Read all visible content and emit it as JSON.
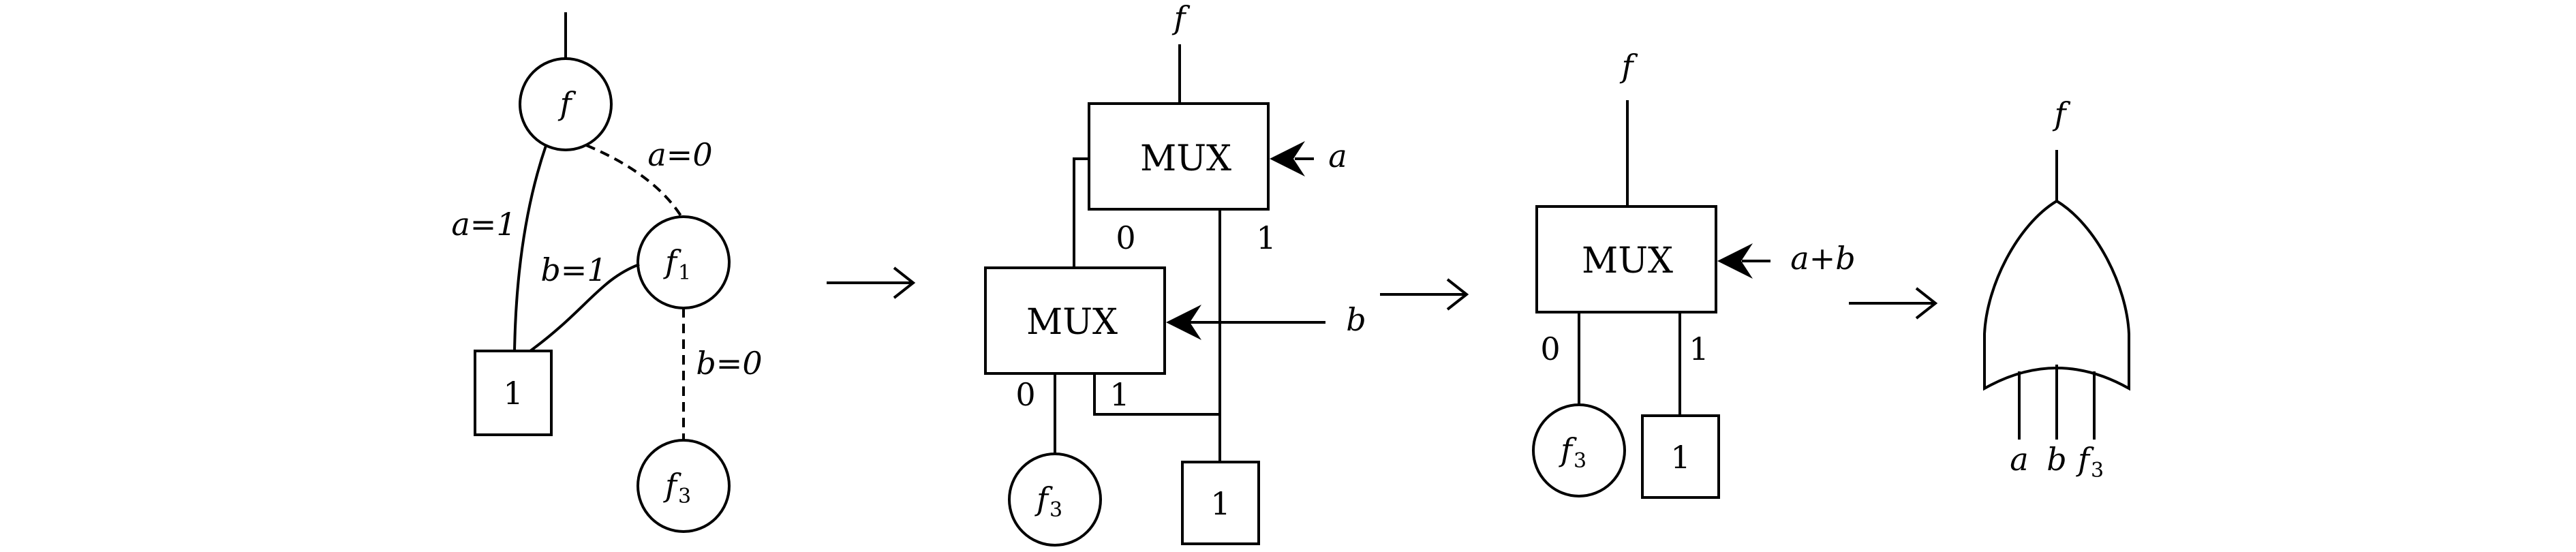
{
  "stage1": {
    "node_f": "f",
    "node_f1": "f",
    "node_f1_sub": "1",
    "node_f3": "f",
    "node_f3_sub": "3",
    "terminal": "1",
    "edge_a1": "a=1",
    "edge_a0": "a=0",
    "edge_b1": "b=1",
    "edge_b0": "b=0"
  },
  "stage2": {
    "output": "f",
    "mux_top": "MUX",
    "mux_top_select": "a",
    "mux_top_in0": "0",
    "mux_top_in1": "1",
    "mux_bottom": "MUX",
    "mux_bottom_select": "b",
    "mux_bottom_in0": "0",
    "mux_bottom_in1": "1",
    "node_f3": "f",
    "node_f3_sub": "3",
    "terminal": "1"
  },
  "stage3": {
    "output": "f",
    "mux": "MUX",
    "select": "a+b",
    "in0": "0",
    "in1": "1",
    "node_f3": "f",
    "node_f3_sub": "3",
    "terminal": "1"
  },
  "stage4": {
    "output": "f",
    "input_a": "a",
    "input_b": "b",
    "input_f3": "f",
    "input_f3_sub": "3"
  }
}
